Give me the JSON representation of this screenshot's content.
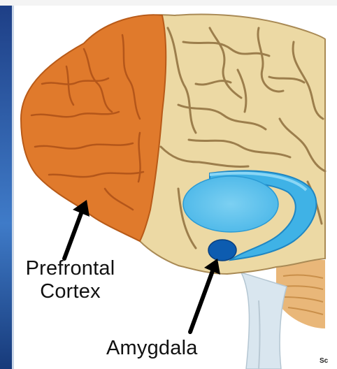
{
  "labels": {
    "prefrontal_line1": "Prefrontal",
    "prefrontal_line2": "Cortex",
    "amygdala": "Amygdala",
    "credit": "Sc"
  },
  "colors": {
    "prefrontal": "#e07a2c",
    "brain_tan": "#ecd9a4",
    "sulcus": "#9c7e4c",
    "hippocampus": "#3fb2e6",
    "amygdala": "#0d5cb0",
    "left_panel": "#1f4fa0"
  }
}
